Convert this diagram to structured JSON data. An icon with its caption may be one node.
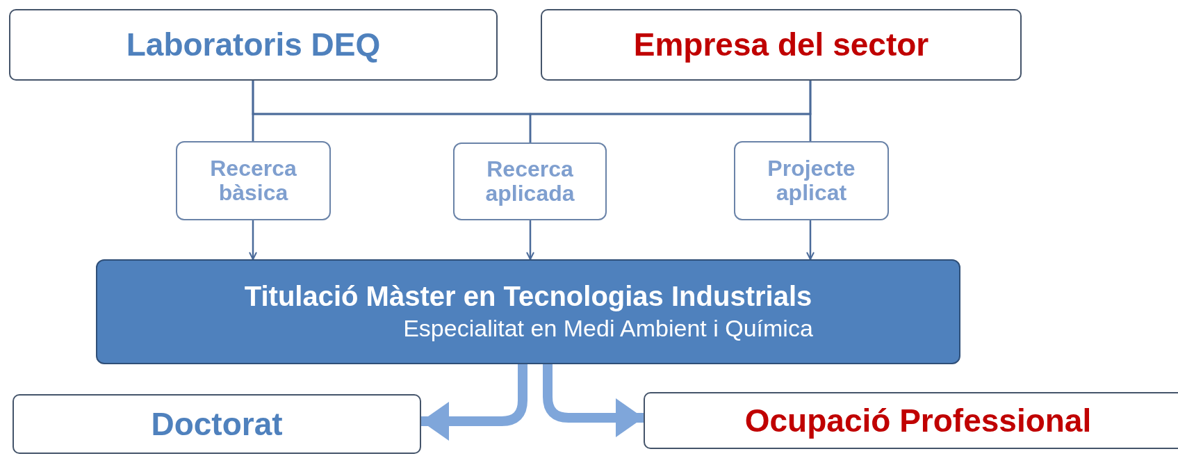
{
  "diagram": {
    "nodes": [
      {
        "text": [
          "Laboratoris DEQ"
        ]
      },
      {
        "text": [
          "Empresa del sector"
        ]
      },
      {
        "text": [
          "Recerca bàsica"
        ]
      },
      {
        "text": [
          "Recerca aplicada"
        ]
      },
      {
        "text": [
          "Projecte aplicat"
        ]
      },
      {
        "text": [
          "Titulació Màster en Tecnologias Industrials",
          "Especialitat en Medi Ambient i Química"
        ]
      },
      {
        "text": [
          "Doctorat"
        ]
      },
      {
        "text": [
          "Ocupació Professional"
        ]
      }
    ],
    "edges": [
      {
        "from": 0,
        "to": 2,
        "arrow": "none"
      },
      {
        "from": 0,
        "to": 3,
        "arrow": "none"
      },
      {
        "from": 0,
        "to": 4,
        "arrow": "none"
      },
      {
        "from": 1,
        "to": 2,
        "arrow": "none"
      },
      {
        "from": 1,
        "to": 3,
        "arrow": "none"
      },
      {
        "from": 1,
        "to": 4,
        "arrow": "none"
      },
      {
        "from": 2,
        "to": 5,
        "arrow": "to"
      },
      {
        "from": 3,
        "to": 5,
        "arrow": "to"
      },
      {
        "from": 4,
        "to": 5,
        "arrow": "to"
      },
      {
        "from": 5,
        "to": 6,
        "arrow": "to",
        "style": "thick",
        "color": "#7fa6da"
      },
      {
        "from": 5,
        "to": 7,
        "arrow": "to",
        "style": "thick",
        "color": "#7fa6da"
      }
    ]
  }
}
